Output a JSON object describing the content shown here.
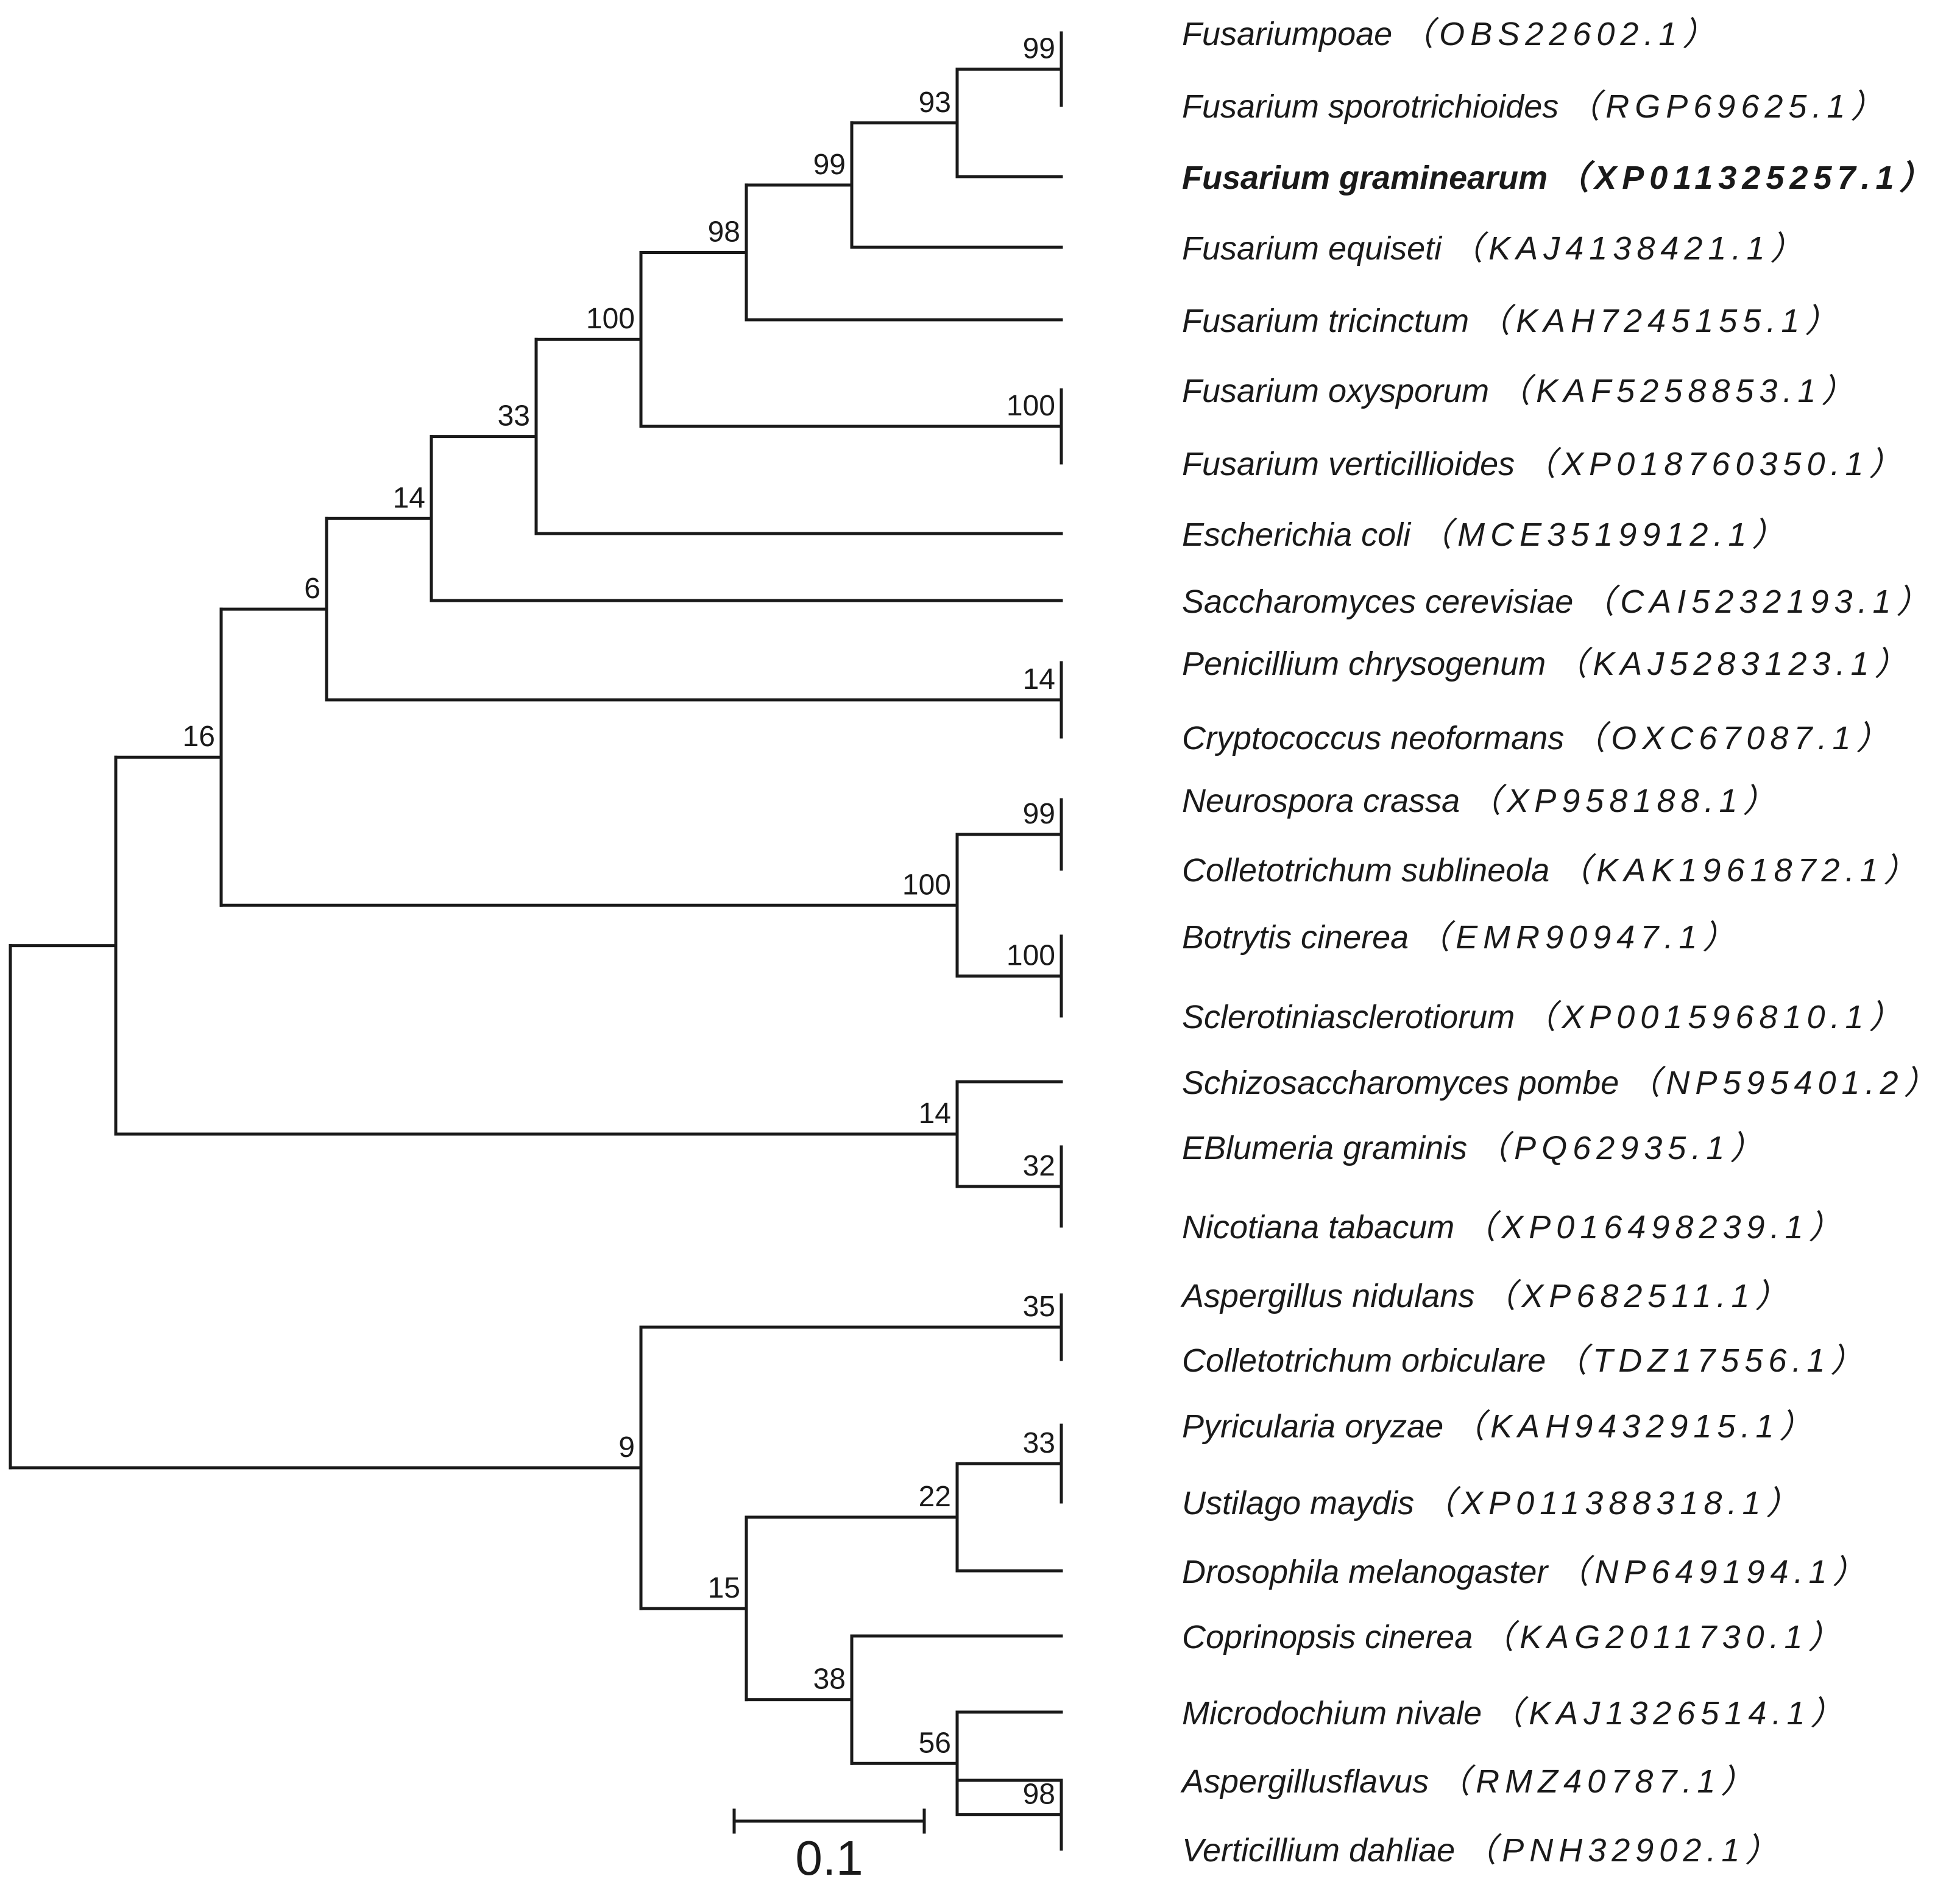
{
  "scale_bar": {
    "label": "0.1",
    "length": 0.1
  },
  "leaves": [
    {
      "id": "L1",
      "taxon": "Fusariumpoae",
      "accession": "（OBS22602.1）",
      "bold": false
    },
    {
      "id": "L2",
      "taxon": "Fusarium sporotrichioides",
      "accession": "（RGP69625.1）",
      "bold": false
    },
    {
      "id": "L3",
      "taxon": "Fusarium graminearum",
      "accession": "（XP011325257.1）",
      "bold": true
    },
    {
      "id": "L4",
      "taxon": "Fusarium equiseti",
      "accession": "（KAJ4138421.1）",
      "bold": false
    },
    {
      "id": "L5",
      "taxon": "Fusarium tricinctum",
      "accession": "（KAH7245155.1）",
      "bold": false
    },
    {
      "id": "L6",
      "taxon": "Fusarium oxysporum",
      "accession": "（KAF5258853.1）",
      "bold": false
    },
    {
      "id": "L7",
      "taxon": "Fusarium verticillioides",
      "accession": "（XP018760350.1）",
      "bold": false
    },
    {
      "id": "L8",
      "taxon": "Escherichia coli",
      "accession": "（MCE3519912.1）",
      "bold": false
    },
    {
      "id": "L9",
      "taxon": "Saccharomyces cerevisiae",
      "accession": "（CAI5232193.1）",
      "bold": false
    },
    {
      "id": "L10",
      "taxon": "Penicillium chrysogenum",
      "accession": "（KAJ5283123.1）",
      "bold": false
    },
    {
      "id": "L11",
      "taxon": "Cryptococcus neoformans",
      "accession": "（OXC67087.1）",
      "bold": false
    },
    {
      "id": "L12",
      "taxon": "Neurospora crassa",
      "accession": "（XP958188.1）",
      "bold": false
    },
    {
      "id": "L13",
      "taxon": "Colletotrichum sublineola",
      "accession": "（KAK1961872.1）",
      "bold": false
    },
    {
      "id": "L14",
      "taxon": "Botrytis cinerea",
      "accession": "（EMR90947.1）",
      "bold": false
    },
    {
      "id": "L15",
      "taxon": "Sclerotiniasclerotiorum",
      "accession": "（XP001596810.1）",
      "bold": false
    },
    {
      "id": "L16",
      "taxon": "Schizosaccharomyces pombe",
      "accession": "（NP595401.2）",
      "bold": false
    },
    {
      "id": "L17",
      "taxon": "EBlumeria graminis",
      "accession": "（PQ62935.1）",
      "bold": false
    },
    {
      "id": "L18",
      "taxon": "Nicotiana tabacum",
      "accession": "（XP016498239.1）",
      "bold": false
    },
    {
      "id": "L19",
      "taxon": "Aspergillus nidulans",
      "accession": "（XP682511.1）",
      "bold": false
    },
    {
      "id": "L20",
      "taxon": "Colletotrichum orbiculare",
      "accession": "（TDZ17556.1）",
      "bold": false
    },
    {
      "id": "L21",
      "taxon": "Pyricularia oryzae",
      "accession": "（KAH9432915.1）",
      "bold": false
    },
    {
      "id": "L22",
      "taxon": "Ustilago maydis",
      "accession": "（XP011388318.1）",
      "bold": false
    },
    {
      "id": "L23",
      "taxon": "Drosophila melanogaster",
      "accession": "（NP649194.1）",
      "bold": false
    },
    {
      "id": "L24",
      "taxon": "Coprinopsis cinerea",
      "accession": "（KAG2011730.1）",
      "bold": false
    },
    {
      "id": "L25",
      "taxon": "Microdochium nivale",
      "accession": "（KAJ1326514.1）",
      "bold": false
    },
    {
      "id": "L26",
      "taxon": "Aspergillusflavus",
      "accession": "（RMZ40787.1）",
      "bold": false
    },
    {
      "id": "L27",
      "taxon": "Verticillium dahliae",
      "accession": "（PNH32902.1）",
      "bold": false
    }
  ],
  "nodes": [
    {
      "id": "N1",
      "children": [
        "L1",
        "L2"
      ],
      "support": "99"
    },
    {
      "id": "N2",
      "children": [
        "N1",
        "L3"
      ],
      "support": "93"
    },
    {
      "id": "N3",
      "children": [
        "N2",
        "L4"
      ],
      "support": "99"
    },
    {
      "id": "N4",
      "children": [
        "N3",
        "L5"
      ],
      "support": "98"
    },
    {
      "id": "N5",
      "children": [
        "L6",
        "L7"
      ],
      "support": "100"
    },
    {
      "id": "N6",
      "children": [
        "N4",
        "N5"
      ],
      "support": "100"
    },
    {
      "id": "N7",
      "children": [
        "N6",
        "L8"
      ],
      "support": "33"
    },
    {
      "id": "N8",
      "children": [
        "N7",
        "L9"
      ],
      "support": "14"
    },
    {
      "id": "N9",
      "children": [
        "L10",
        "L11"
      ],
      "support": "14"
    },
    {
      "id": "N10",
      "children": [
        "N8",
        "N9"
      ],
      "support": "6"
    },
    {
      "id": "N11",
      "children": [
        "L12",
        "L13"
      ],
      "support": "99"
    },
    {
      "id": "N12",
      "children": [
        "L14",
        "L15"
      ],
      "support": "100"
    },
    {
      "id": "N13",
      "children": [
        "N11",
        "N12"
      ],
      "support": "100"
    },
    {
      "id": "N14",
      "children": [
        "N10",
        "N13"
      ],
      "support": "16"
    },
    {
      "id": "N15",
      "children": [
        "L17",
        "L18"
      ],
      "support": "32"
    },
    {
      "id": "N16",
      "children": [
        "L16",
        "N15"
      ],
      "support": "14"
    },
    {
      "id": "N17",
      "children": [
        "N14",
        "N16"
      ],
      "support": ""
    },
    {
      "id": "N18",
      "children": [
        "L19",
        "L20"
      ],
      "support": "35"
    },
    {
      "id": "N19",
      "children": [
        "L21",
        "L22"
      ],
      "support": "33"
    },
    {
      "id": "N20",
      "children": [
        "N19",
        "L23"
      ],
      "support": "22"
    },
    {
      "id": "N21",
      "children": [
        "L26",
        "L27"
      ],
      "support": "98"
    },
    {
      "id": "N22",
      "children": [
        "L25",
        "N21"
      ],
      "support": "56"
    },
    {
      "id": "N23",
      "children": [
        "L24",
        "N22"
      ],
      "support": "38"
    },
    {
      "id": "N24",
      "children": [
        "N20",
        "N23"
      ],
      "support": "15"
    },
    {
      "id": "N25",
      "children": [
        "N18",
        "N24"
      ],
      "support": "9"
    },
    {
      "id": "ROOT",
      "children": [
        "N17",
        "N25"
      ],
      "support": ""
    }
  ]
}
